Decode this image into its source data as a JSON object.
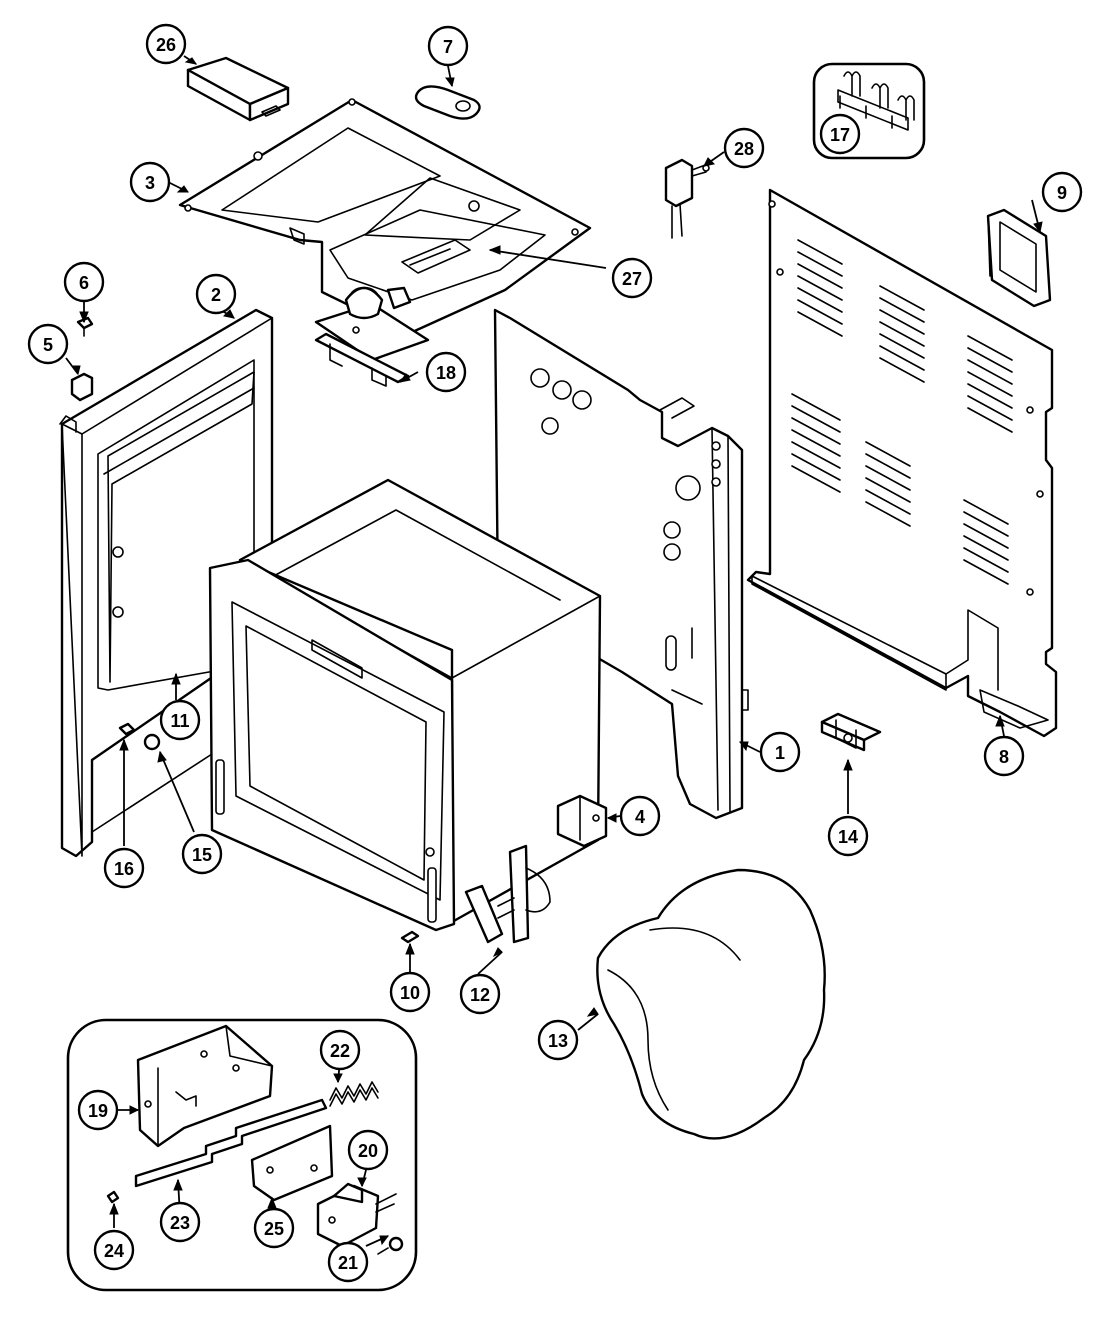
{
  "callouts": [
    {
      "id": "c1",
      "label": "1"
    },
    {
      "id": "c2",
      "label": "2"
    },
    {
      "id": "c3",
      "label": "3"
    },
    {
      "id": "c4",
      "label": "4"
    },
    {
      "id": "c5",
      "label": "5"
    },
    {
      "id": "c6",
      "label": "6"
    },
    {
      "id": "c7",
      "label": "7"
    },
    {
      "id": "c8",
      "label": "8"
    },
    {
      "id": "c9",
      "label": "9"
    },
    {
      "id": "c10",
      "label": "10"
    },
    {
      "id": "c11",
      "label": "11"
    },
    {
      "id": "c12",
      "label": "12"
    },
    {
      "id": "c13",
      "label": "13"
    },
    {
      "id": "c14",
      "label": "14"
    },
    {
      "id": "c15",
      "label": "15"
    },
    {
      "id": "c16",
      "label": "16"
    },
    {
      "id": "c17",
      "label": "17"
    },
    {
      "id": "c18",
      "label": "18"
    },
    {
      "id": "c19",
      "label": "19"
    },
    {
      "id": "c20",
      "label": "20"
    },
    {
      "id": "c21",
      "label": "21"
    },
    {
      "id": "c22",
      "label": "22"
    },
    {
      "id": "c23",
      "label": "23"
    },
    {
      "id": "c24",
      "label": "24"
    },
    {
      "id": "c25",
      "label": "25"
    },
    {
      "id": "c26",
      "label": "26"
    },
    {
      "id": "c27",
      "label": "27"
    },
    {
      "id": "c28",
      "label": "28"
    }
  ]
}
